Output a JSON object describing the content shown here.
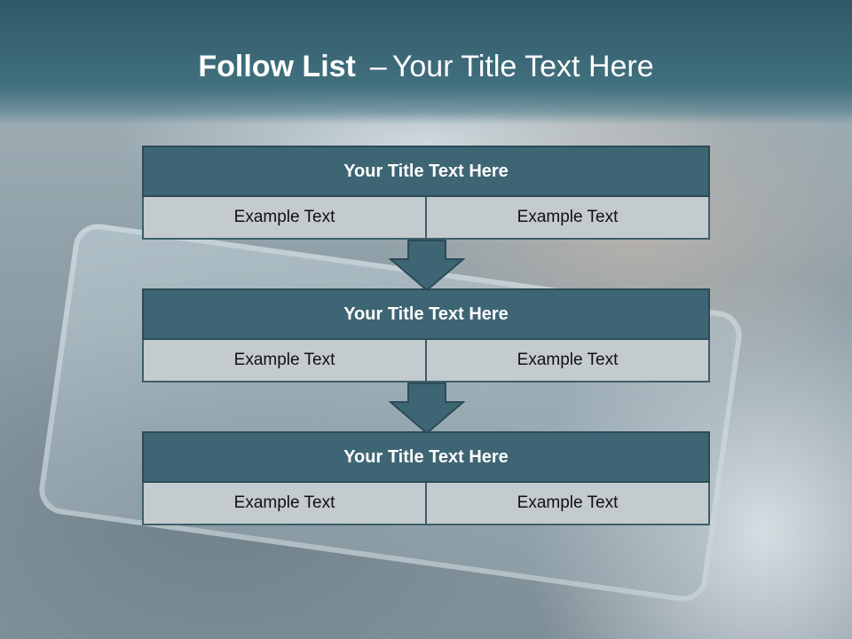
{
  "slide": {
    "title_bold": "Follow List",
    "title_separator": "–",
    "title_rest": "Your Title Text Here"
  },
  "steps": [
    {
      "title": "Your Title Text Here",
      "left": "Example Text",
      "right": "Example Text"
    },
    {
      "title": "Your Title Text Here",
      "left": "Example Text",
      "right": "Example Text"
    },
    {
      "title": "Your Title Text Here",
      "left": "Example Text",
      "right": "Example Text"
    }
  ],
  "colors": {
    "header_band": "#305866",
    "block_title_fill": "#3e6573",
    "cell_fill": "#c3cbcf",
    "arrow_fill": "#3e6573"
  },
  "icons": {
    "connector": "down-arrow-icon"
  }
}
